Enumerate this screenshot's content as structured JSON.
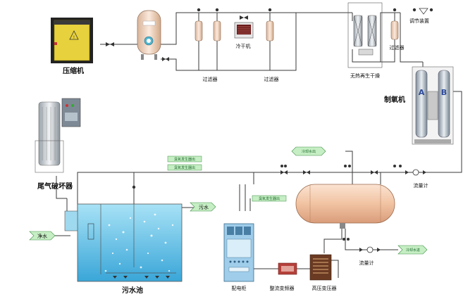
{
  "labels": {
    "compressor": "压缩机",
    "filter_1": "过滤器",
    "filter_2": "过滤器",
    "filter_3": "过滤器",
    "cold_dryer": "冷干机",
    "heatless_dryer": "无热再生干燥",
    "regulating_device": "调节装置",
    "oxygen_generator": "制氧机",
    "tail_gas_destructor": "尾气破坏器",
    "sewage_tank": "污水池",
    "distribution_cabinet": "配电柜",
    "rectifier": "整流变频器",
    "hv_transformer": "高压变压器",
    "flowmeter_1": "流量计",
    "flowmeter_2": "流量计",
    "sewage_in": "污水",
    "clean_water": "净水",
    "cooling_water_out": "冷却水出",
    "cooling_water_in": "冷却水进",
    "ozone_tag_1": "臭氧发生器出",
    "ozone_tag_2": "臭氧发生器出",
    "ozone_tag_3": "臭氧发生器出",
    "tower_a": "A",
    "tower_b": "B"
  },
  "colors": {
    "pipe": "#3a3a3a",
    "water": "#7fd0ef",
    "water_dark": "#4fb3df",
    "tag_fill": "#c6eec4",
    "tag_stroke": "#3f8f45",
    "compressor": "#e7d13c",
    "tank": "#f4cbb0",
    "cabinet": "#9fcdea"
  }
}
